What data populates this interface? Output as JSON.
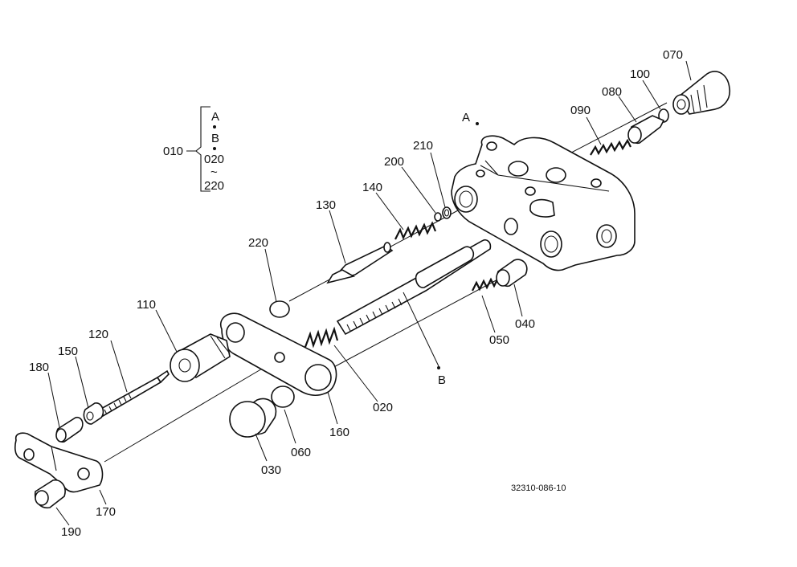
{
  "assembly": {
    "main_label": "010",
    "includes": [
      "A",
      "B",
      "020",
      "~",
      "220"
    ]
  },
  "reference_points": {
    "a": "A",
    "b": "B"
  },
  "callouts": {
    "p020": "020",
    "p030": "030",
    "p040": "040",
    "p050": "050",
    "p060": "060",
    "p070": "070",
    "p080": "080",
    "p090": "090",
    "p100": "100",
    "p110": "110",
    "p120": "120",
    "p130": "130",
    "p140": "140",
    "p150": "150",
    "p160": "160",
    "p170": "170",
    "p180": "180",
    "p190": "190",
    "p200": "200",
    "p210": "210",
    "p220": "220"
  },
  "drawing_code": "32310-086-10"
}
